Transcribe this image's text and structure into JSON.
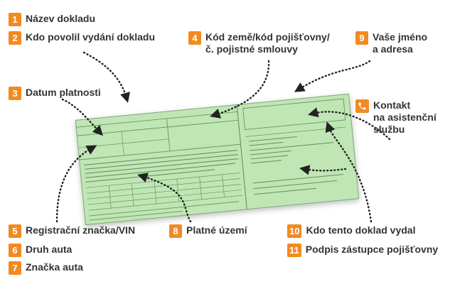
{
  "labels": [
    {
      "num": "1",
      "text": "Název dokladu"
    },
    {
      "num": "2",
      "text": "Kdo povolil vydání dokladu"
    },
    {
      "num": "3",
      "text": "Datum platnosti"
    },
    {
      "num": "4",
      "text": "Kód země/kód pojišťovny/\nč. pojistné smlouvy"
    },
    {
      "num": "5",
      "text": "Registrační značka/VIN"
    },
    {
      "num": "6",
      "text": "Druh auta"
    },
    {
      "num": "7",
      "text": "Značka auta"
    },
    {
      "num": "8",
      "text": "Platné území"
    },
    {
      "num": "9",
      "text": "Vaše jméno\na adresa"
    },
    {
      "num": "10",
      "text": "Kdo tento doklad vydal"
    },
    {
      "num": "11",
      "text": "Podpis zástupce pojišťovny"
    }
  ],
  "contact": {
    "text": "Kontakt\nna asistenční\nslužbu",
    "icon": "phone-icon"
  },
  "colors": {
    "accent": "#f28a21",
    "card": "#bfe6b4",
    "card_lines": "#5e8a5a",
    "text": "#333333"
  }
}
